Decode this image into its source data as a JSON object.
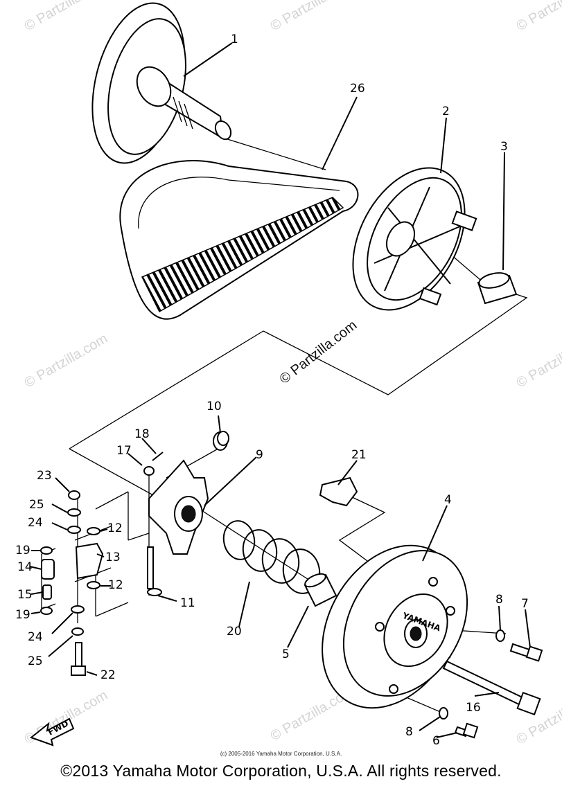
{
  "watermark": {
    "text": "© Partzilla.com",
    "main_text": "© Partzilla.com"
  },
  "fwd_label": "FWD",
  "hub_text": "YAMAHA",
  "callouts": [
    "1",
    "2",
    "3",
    "4",
    "5",
    "6",
    "7",
    "8",
    "8",
    "9",
    "10",
    "11",
    "12",
    "12",
    "13",
    "14",
    "15",
    "16",
    "17",
    "18",
    "19",
    "19",
    "20",
    "21",
    "22",
    "23",
    "24",
    "24",
    "25",
    "25",
    "26"
  ],
  "copyright_small": "(c) 2005-2016 Yamaha Motor Corporation, U.S.A.",
  "copyright_main": "©2013 Yamaha Motor Corporation, U.S.A. All rights reserved."
}
